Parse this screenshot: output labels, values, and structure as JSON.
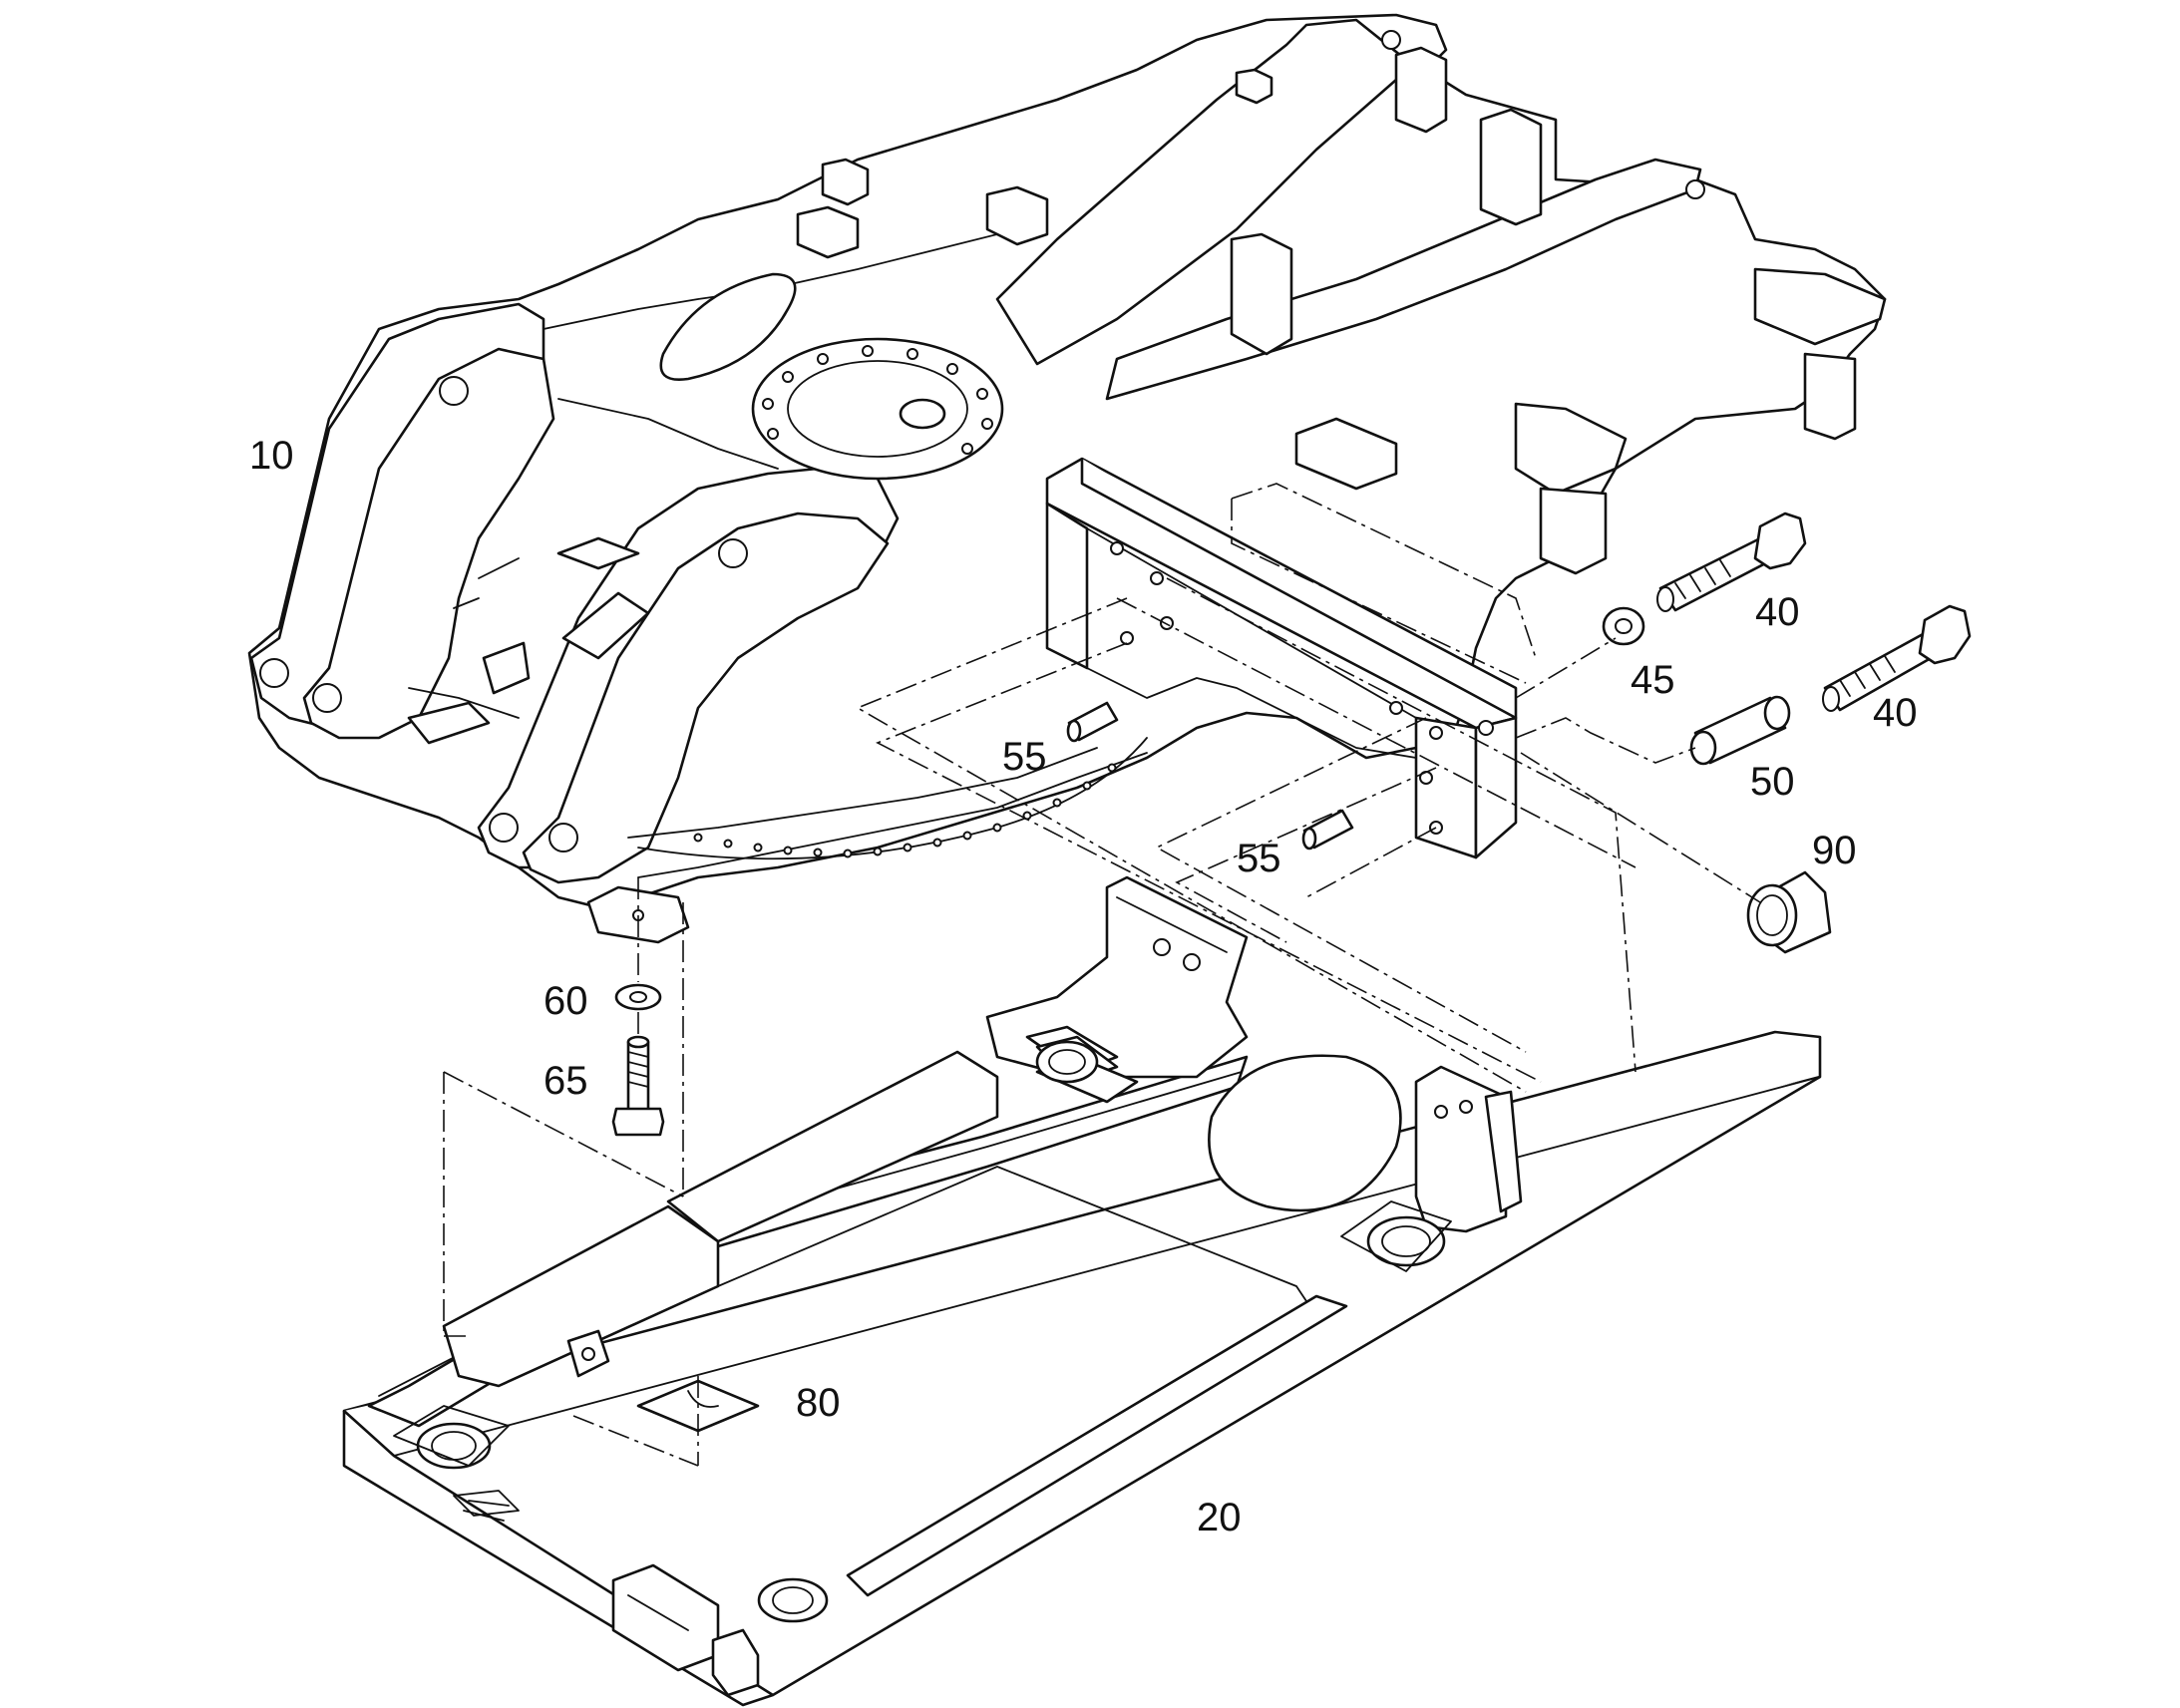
{
  "callouts": [
    {
      "id": "10",
      "text": "10"
    },
    {
      "id": "20",
      "text": "20"
    },
    {
      "id": "40a",
      "text": "40"
    },
    {
      "id": "40b",
      "text": "40"
    },
    {
      "id": "45",
      "text": "45"
    },
    {
      "id": "50",
      "text": "50"
    },
    {
      "id": "55a",
      "text": "55"
    },
    {
      "id": "55b",
      "text": "55"
    },
    {
      "id": "60",
      "text": "60"
    },
    {
      "id": "65",
      "text": "65"
    },
    {
      "id": "80",
      "text": "80"
    },
    {
      "id": "90",
      "text": "90"
    }
  ],
  "colors": {
    "line": "#111111",
    "background": "#ffffff"
  }
}
